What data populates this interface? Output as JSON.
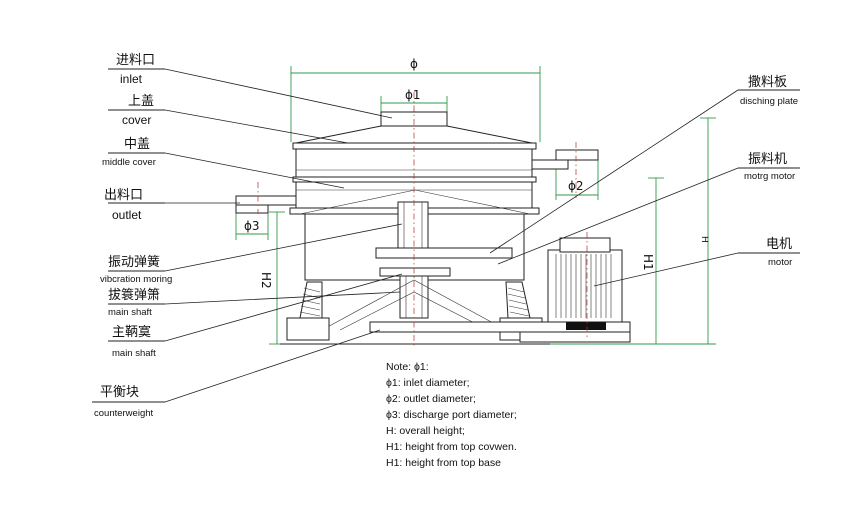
{
  "labels_left": [
    {
      "cn": "进料口",
      "en": "inlet"
    },
    {
      "cn": "上盖",
      "en": "cover"
    },
    {
      "cn": "中盖",
      "en": "middle cover"
    },
    {
      "cn": "出料口",
      "en": "outlet"
    },
    {
      "cn": "振动弹簧",
      "en": "vibcration moring"
    },
    {
      "cn": "拔簑弹箫",
      "en": "main shaft"
    },
    {
      "cn": "主鞆寞",
      "en": "main shaft"
    },
    {
      "cn": "平衡块",
      "en": "counterweight"
    }
  ],
  "labels_right": [
    {
      "cn": "撒料板",
      "en": "disching plate"
    },
    {
      "cn": "振料机",
      "en": "motrg motor"
    },
    {
      "cn": "电机",
      "en": "motor"
    }
  ],
  "dimensions": {
    "phi": "ϕ",
    "phi1": "ϕ1",
    "phi2": "ϕ2",
    "phi3": "ϕ3",
    "h": "H",
    "h1_left": "H2",
    "h1_right": "H1"
  },
  "notes": [
    "Note: ϕ1:",
    "ϕ1: inlet diameter;",
    "ϕ2: outlet diameter;",
    "ϕ3: discharge port diameter;",
    "H:  overall height;",
    "H1: height from top covwen.",
    "H1: height from top base"
  ]
}
